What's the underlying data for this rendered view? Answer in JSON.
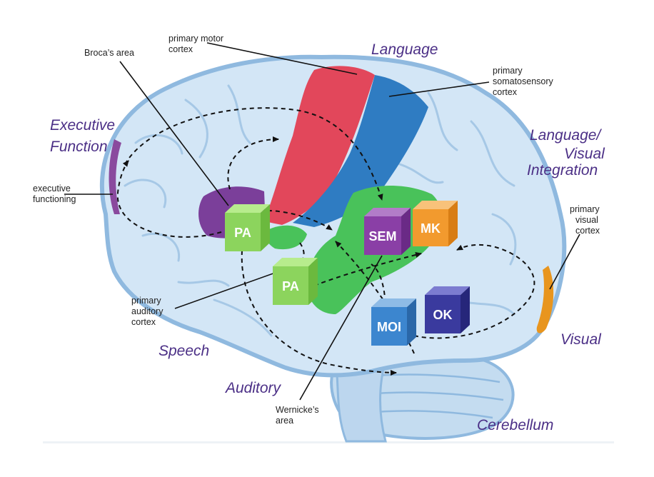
{
  "regions": {
    "language": "Language",
    "executive_line1": "Executive",
    "executive_line2": "Function",
    "lang_visual_line1": "Language/",
    "lang_visual_line2": "Visual",
    "lang_visual_line3": "Integration",
    "speech": "Speech",
    "auditory": "Auditory",
    "visual": "Visual",
    "cerebellum": "Cerebellum"
  },
  "annotations": {
    "brocas_area": "Broca’s area",
    "motor_line1": "primary motor",
    "motor_line2": "cortex",
    "somato_line1": "primary",
    "somato_line2": "somatosensory",
    "somato_line3": "cortex",
    "exec_line1": "executive",
    "exec_line2": "functioning",
    "visual_cortex_line1": "primary",
    "visual_cortex_line2": "visual",
    "visual_cortex_line3": "cortex",
    "auditory_line1": "primary",
    "auditory_line2": "auditory",
    "auditory_line3": "cortex",
    "wernicke_line1": "Wernicke’s",
    "wernicke_line2": "area"
  },
  "cubes": {
    "pa_upper": "PA",
    "pa_lower": "PA",
    "sem": "SEM",
    "mk": "MK",
    "moi": "MOI",
    "ok": "OK"
  },
  "colors": {
    "brain_fill": "#cfe3f4",
    "brain_outline": "#8fb9df",
    "motor_cortex": "#e2475b",
    "somatosensory_cortex": "#2f7cc2",
    "wernicke_area": "#49c25a",
    "broca_area": "#7b3f9a",
    "visual_cortex": "#e8951e",
    "pa_cube": "#8cd45d",
    "sem_cube": "#8a3fa6",
    "mk_cube": "#f29a2e",
    "moi_cube": "#3c86cf",
    "ok_cube": "#3a3a9e",
    "region_label_text": "#4b2f86"
  }
}
